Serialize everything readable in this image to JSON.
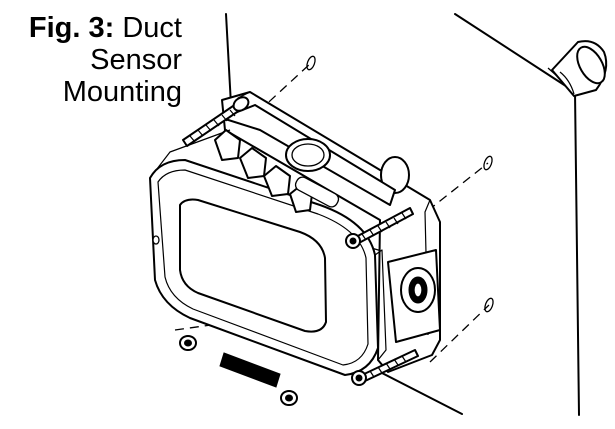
{
  "figure": {
    "label": "Fig. 3:",
    "title_line1": "Duct",
    "title_line2": "Sensor",
    "title_line3": "Mounting"
  }
}
